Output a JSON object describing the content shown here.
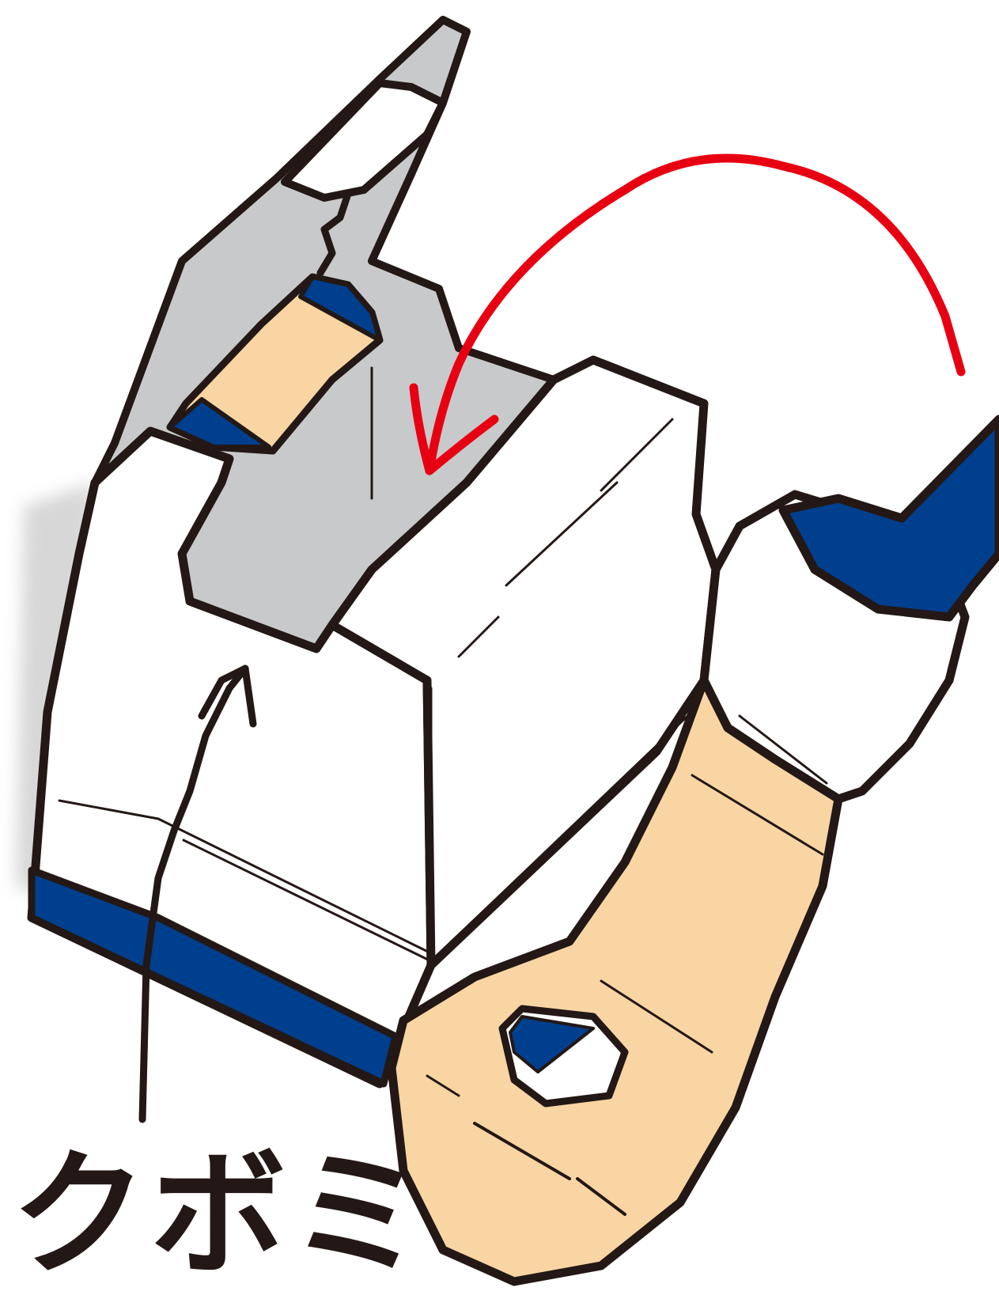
{
  "caption": {
    "text": "クボミ"
  },
  "colors": {
    "outline": "#231815",
    "skin": "#f8d5a3",
    "blue": "#003f8e",
    "red_arrow": "#e60012",
    "gray_flap": "#c8c9ca",
    "paper": "#ffffff"
  },
  "icons": [
    "hand-illustration",
    "box-illustration",
    "red-curved-arrow-icon",
    "black-pointer-arrow-icon"
  ]
}
